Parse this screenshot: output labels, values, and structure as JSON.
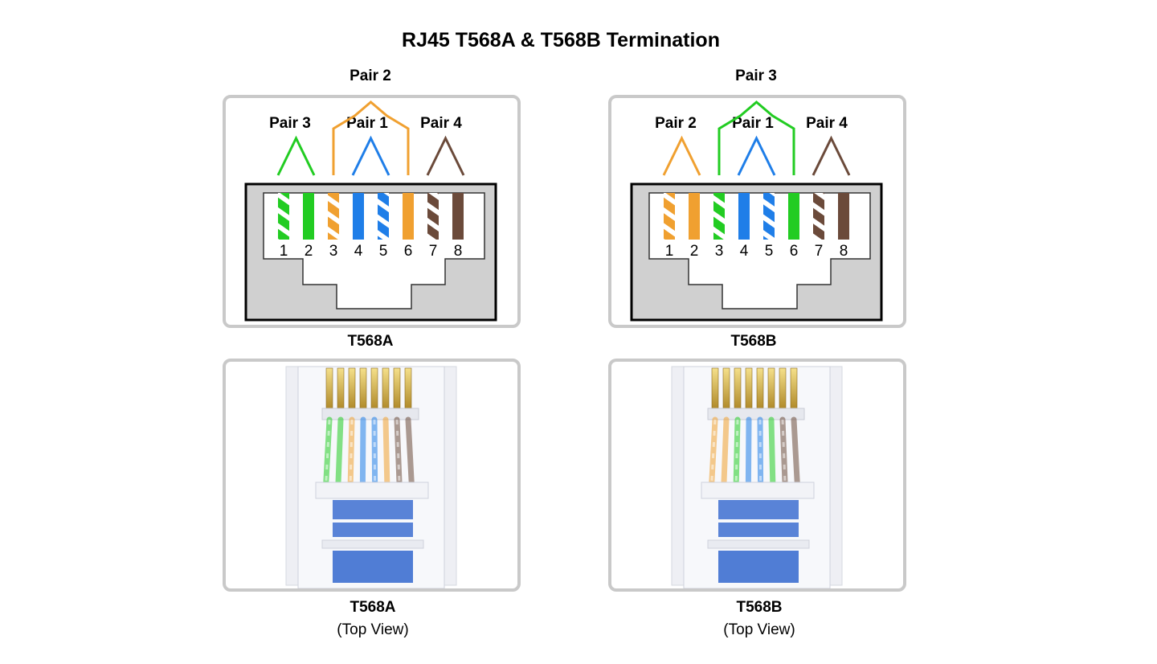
{
  "title": "RJ45 T568A & T568B Termination",
  "colors": {
    "green": "#22cc22",
    "orange": "#f0a030",
    "blue": "#1f7ee8",
    "brown": "#6b4a3a",
    "panel_border": "#c9c9c9",
    "jack_fill": "#d0d0d0"
  },
  "standards": [
    {
      "name": "T568A",
      "top_pair_label": "Pair 2",
      "pair_labels": [
        "Pair 3",
        "Pair 1",
        "Pair 4"
      ],
      "pins": [
        {
          "pin": "1",
          "color": "green",
          "striped": true
        },
        {
          "pin": "2",
          "color": "green",
          "striped": false
        },
        {
          "pin": "3",
          "color": "orange",
          "striped": true
        },
        {
          "pin": "4",
          "color": "blue",
          "striped": false
        },
        {
          "pin": "5",
          "color": "blue",
          "striped": true
        },
        {
          "pin": "6",
          "color": "orange",
          "striped": false
        },
        {
          "pin": "7",
          "color": "brown",
          "striped": true
        },
        {
          "pin": "8",
          "color": "brown",
          "striped": false
        }
      ],
      "diagram_caption": "T568A",
      "photo_caption": "T568A",
      "photo_subcaption": "(Top View)"
    },
    {
      "name": "T568B",
      "top_pair_label": "Pair 3",
      "pair_labels": [
        "Pair 2",
        "Pair 1",
        "Pair 4"
      ],
      "pins": [
        {
          "pin": "1",
          "color": "orange",
          "striped": true
        },
        {
          "pin": "2",
          "color": "orange",
          "striped": false
        },
        {
          "pin": "3",
          "color": "green",
          "striped": true
        },
        {
          "pin": "4",
          "color": "blue",
          "striped": false
        },
        {
          "pin": "5",
          "color": "blue",
          "striped": true
        },
        {
          "pin": "6",
          "color": "green",
          "striped": false
        },
        {
          "pin": "7",
          "color": "brown",
          "striped": true
        },
        {
          "pin": "8",
          "color": "brown",
          "striped": false
        }
      ],
      "diagram_caption": "T568B",
      "photo_caption": "T568B",
      "photo_subcaption": "(Top View)"
    }
  ]
}
